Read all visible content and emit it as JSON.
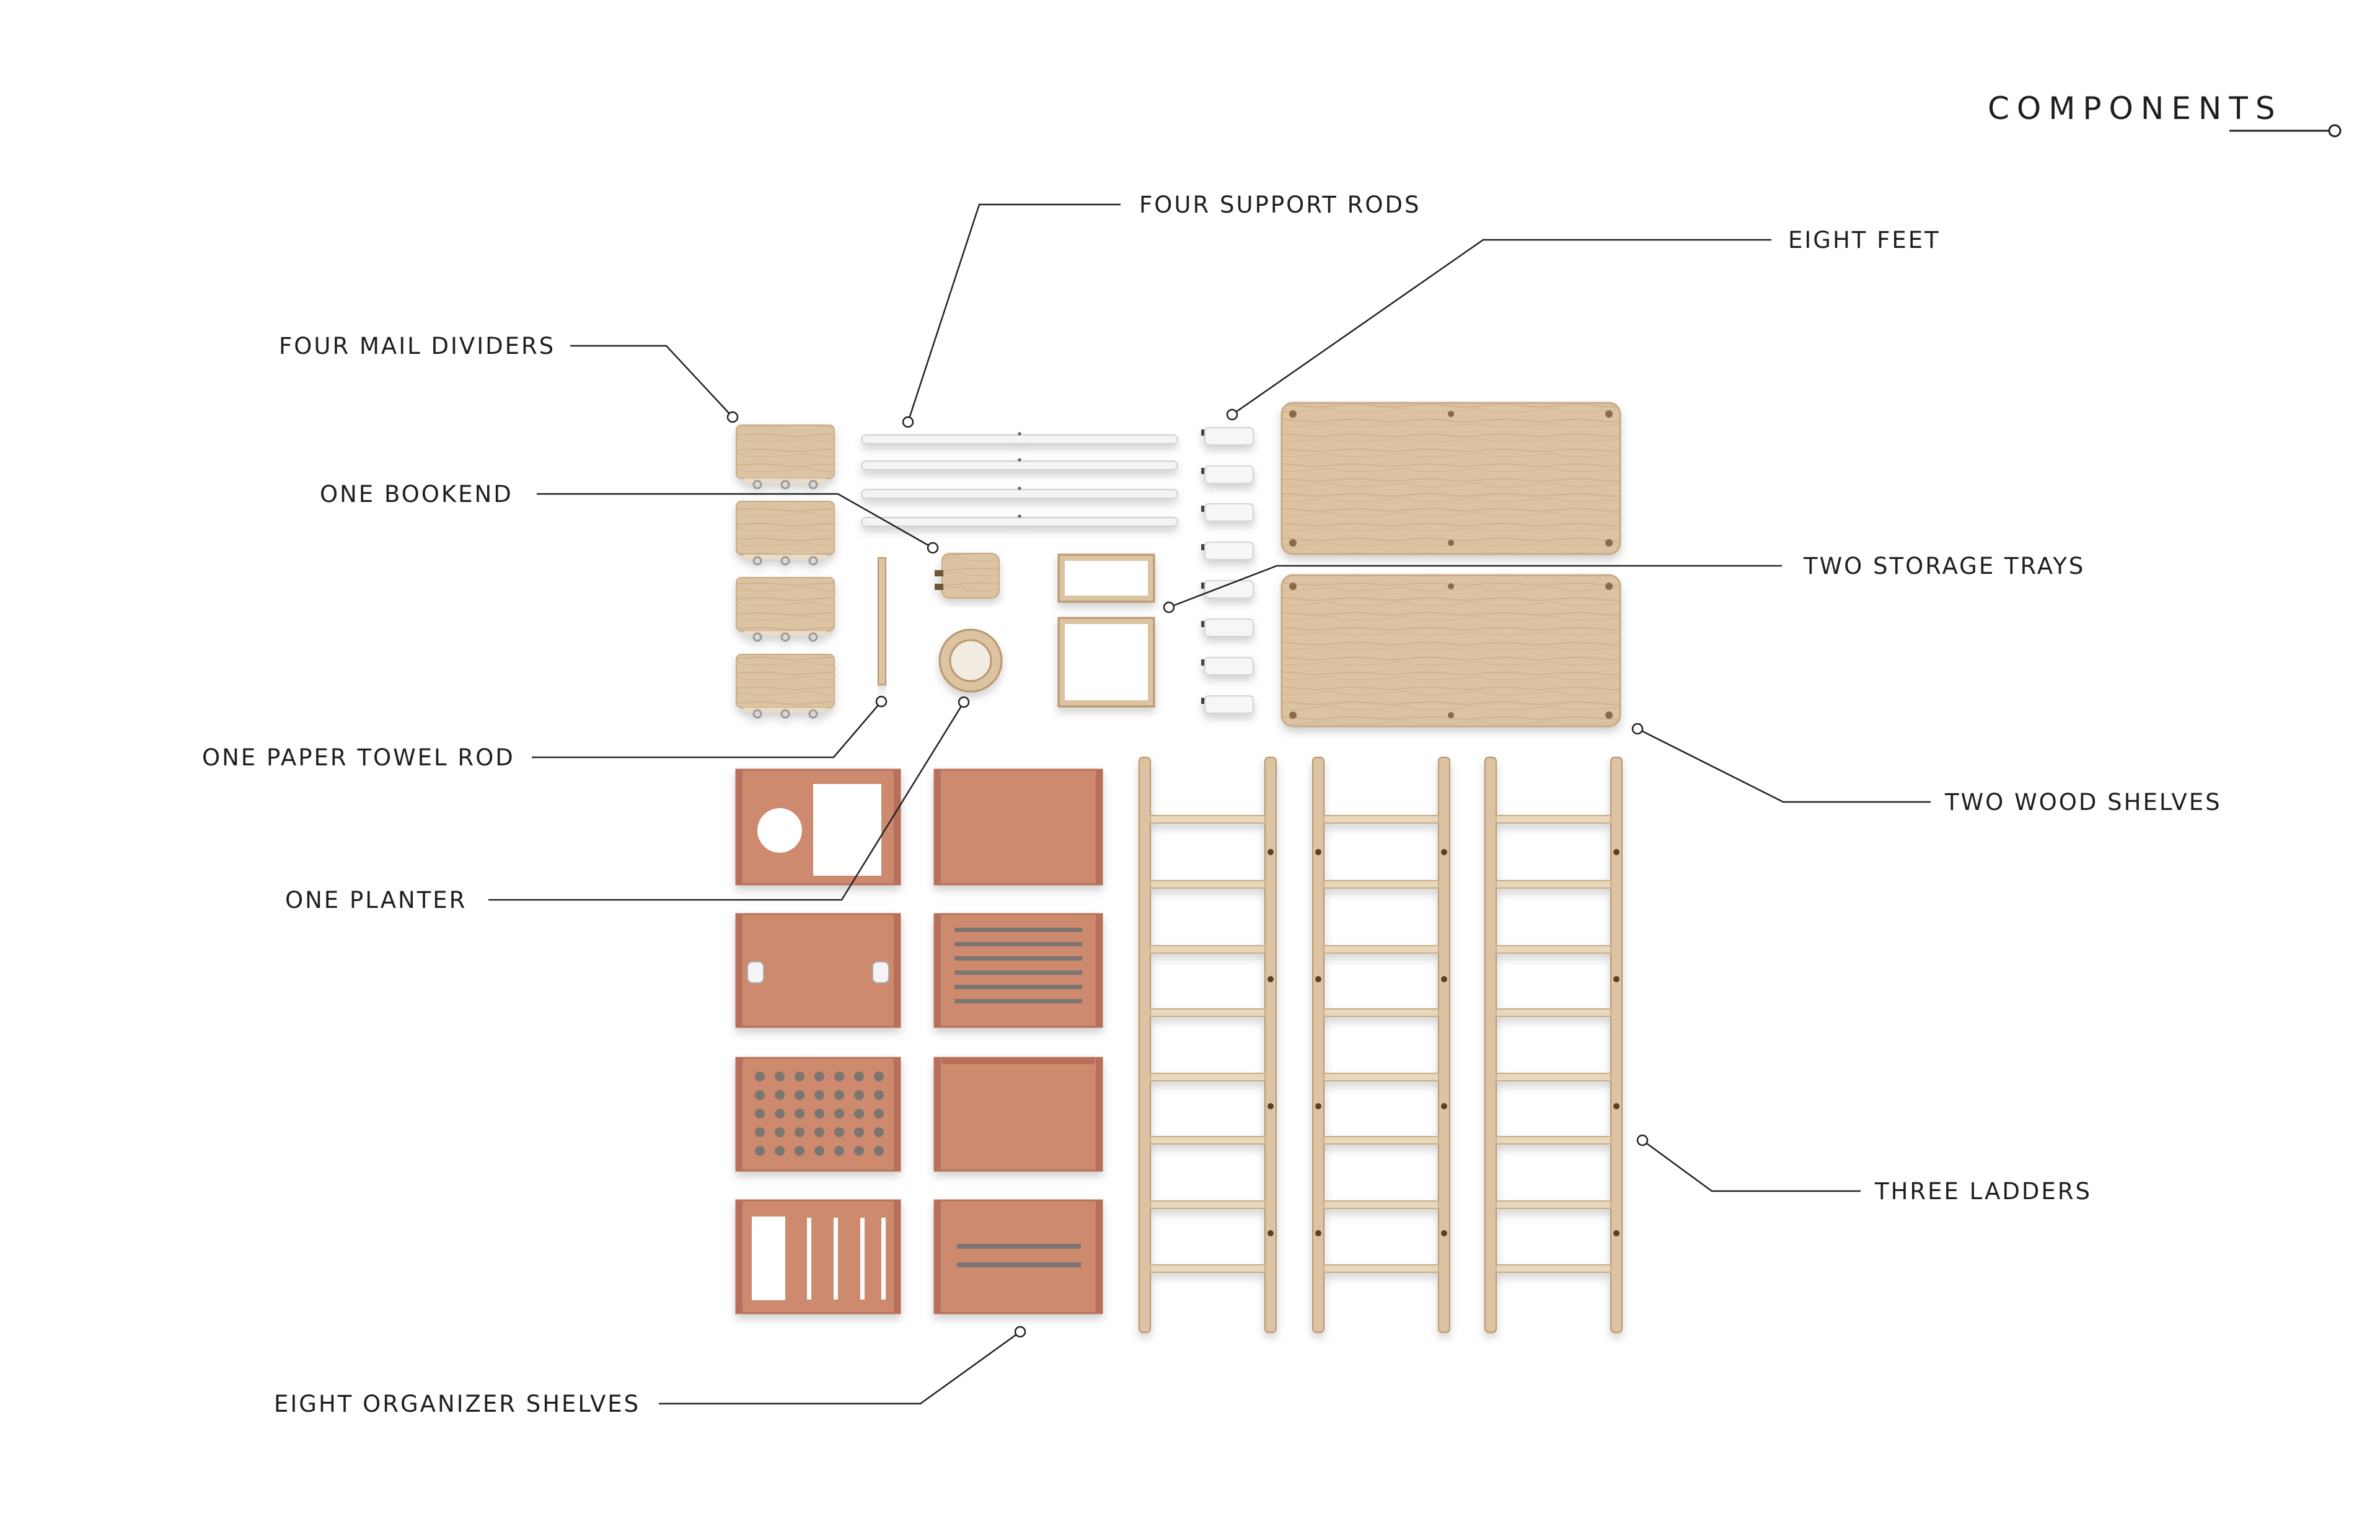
{
  "title": "COMPONENTS",
  "labels": {
    "four_support_rods": "FOUR SUPPORT RODS",
    "eight_feet": "EIGHT FEET",
    "four_mail_dividers": "FOUR MAIL DIVIDERS",
    "one_bookend": "ONE BOOKEND",
    "two_storage_trays": "TWO STORAGE TRAYS",
    "one_paper_towel_rod": "ONE PAPER TOWEL ROD",
    "two_wood_shelves": "TWO WOOD SHELVES",
    "one_planter": "ONE PLANTER",
    "three_ladders": "THREE LADDERS",
    "eight_organizer_shelves": "EIGHT ORGANIZER SHELVES"
  },
  "colors": {
    "wood": "#dcc3a1",
    "wood_edge": "#c9ab85",
    "terracotta": "#cd8a6e",
    "terracotta_edge": "#b8705a",
    "leader": "#222222",
    "text": "#1e1e1e"
  }
}
